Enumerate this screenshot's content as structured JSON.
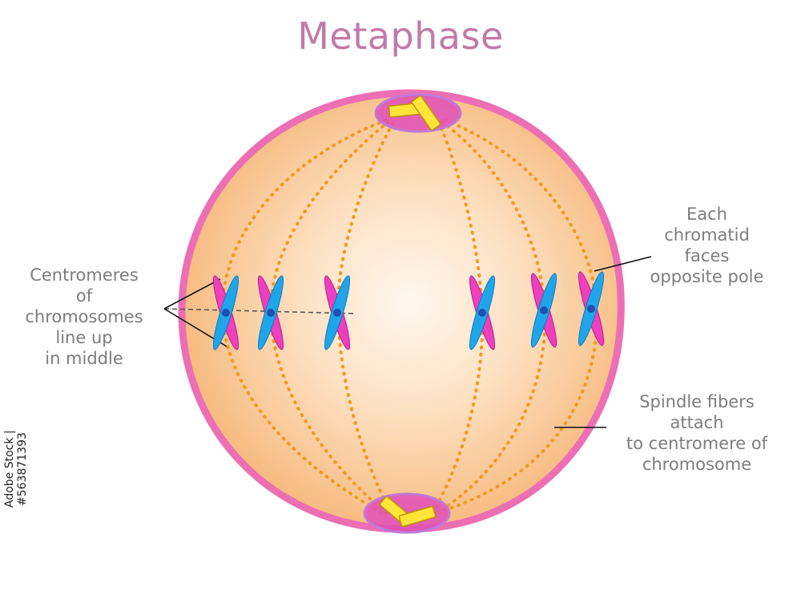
{
  "title": "Metaphase",
  "labels": {
    "centromeres": [
      "Centromeres",
      "of",
      "chromosomes",
      "line up",
      "in middle"
    ],
    "chromatid": [
      "Each",
      "chromatid",
      "faces",
      "opposite pole"
    ],
    "spindle": [
      "Spindle fibers",
      "attach",
      "to centromere of",
      "chromosome"
    ]
  },
  "watermark": "Adobe Stock | #563871393",
  "colors": {
    "title": "#c27aa6",
    "membrane": "#ec6fb4",
    "cytoplasm": "#f8c38c",
    "spindle_fibers": "#f09a1c",
    "chromatid_pink": "#ee3fbf",
    "chromatid_blue": "#1fa6ea",
    "centromere": "#1f4fb0",
    "centrosome": "#dd4fb8",
    "centriole": "#ffe43a",
    "label_text": "#7d7d7d"
  }
}
